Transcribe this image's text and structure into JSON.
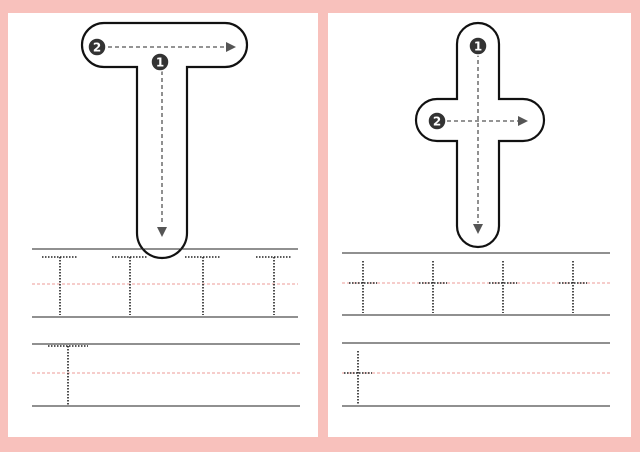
{
  "theme": {
    "frame_color": "#f8c1bc",
    "panel_color": "#ffffff",
    "outline_color": "#111111",
    "guide_arrow_color": "#555555",
    "step_badge_color": "#333333",
    "midline_color": "#e97b75",
    "baseline_color": "#222222"
  },
  "worksheets": [
    {
      "letter": "T",
      "case": "uppercase",
      "strokes": [
        {
          "order": "1",
          "direction": "down"
        },
        {
          "order": "2",
          "direction": "right"
        }
      ],
      "practice_rows": 2,
      "traces_row_1": 4,
      "traces_row_2": 1
    },
    {
      "letter": "t",
      "case": "lowercase",
      "strokes": [
        {
          "order": "1",
          "direction": "down"
        },
        {
          "order": "2",
          "direction": "right"
        }
      ],
      "practice_rows": 2,
      "traces_row_1": 4,
      "traces_row_2": 1
    }
  ]
}
